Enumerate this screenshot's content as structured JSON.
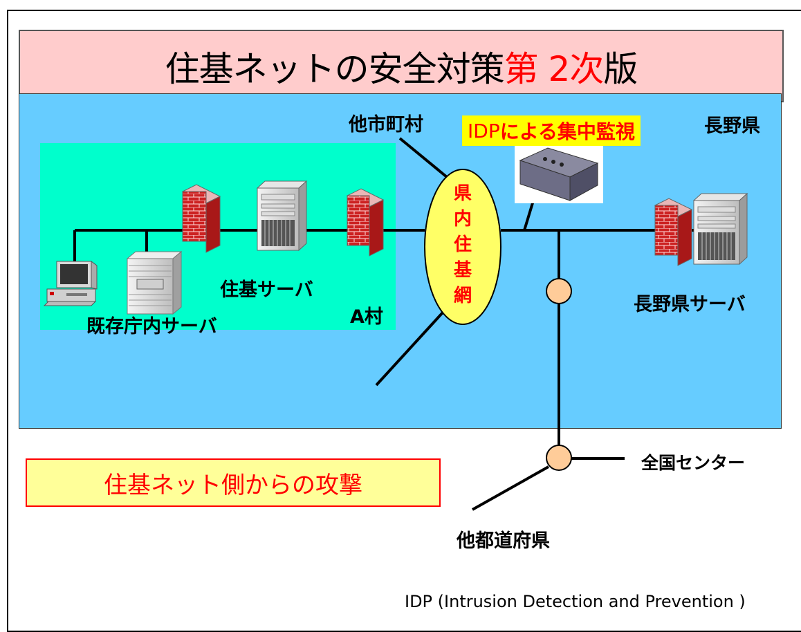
{
  "title": {
    "prefix": "住基ネットの安全対策",
    "accent": "第 2次",
    "suffix": "版"
  },
  "labels": {
    "other_municipalities": "他市町村",
    "idp_prefix": "IDP",
    "idp_suffix": "による集中監視",
    "nagano_pref": "長野県",
    "prefectural_network": "県内住基網",
    "juki_server": "住基サーバ",
    "existing_server": "既存庁内サーバ",
    "village": "A村",
    "nagano_server": "長野県サーバ",
    "national_center": "全国センター",
    "other_prefectures": "他都道府県"
  },
  "attack_box": "住基ネット側からの攻撃",
  "footnote": "IDP (Intrusion Detection and Prevention )",
  "colors": {
    "title_bg": "#ffcccc",
    "pref_area": "#66ccff",
    "village_area": "#00ffcc",
    "network_ellipse": "#ffff66",
    "accent_red": "#ff0000",
    "node_circle": "#ffcc99",
    "firewall_brick": "#cc2222"
  },
  "icons": [
    "firewall-icon",
    "server-tower-icon",
    "desktop-computer-icon",
    "idp-appliance-icon",
    "network-node-icon"
  ]
}
